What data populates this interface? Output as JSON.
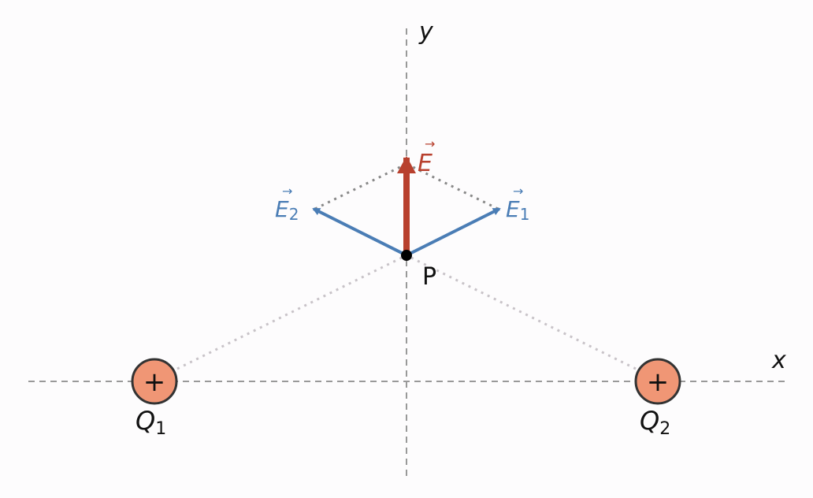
{
  "diagram": {
    "axes": {
      "x_label": "x",
      "y_label": "y"
    },
    "charges": [
      {
        "symbol": "Q",
        "subscript": "1",
        "sign": "+"
      },
      {
        "symbol": "Q",
        "subscript": "2",
        "sign": "+"
      }
    ],
    "point": {
      "label": "P"
    },
    "vectors": {
      "E1": {
        "symbol": "E",
        "subscript": "1",
        "arrow": "→"
      },
      "E2": {
        "symbol": "E",
        "subscript": "2",
        "arrow": "→"
      },
      "E": {
        "symbol": "E",
        "arrow": "→"
      }
    },
    "colors": {
      "charge_fill": "#f09675",
      "component_vectors": "#4a7db5",
      "resultant_vector": "#b8402e",
      "axes": "#999999",
      "construction_lines": "#888888",
      "charge_lines": "#c8c3c8"
    }
  }
}
